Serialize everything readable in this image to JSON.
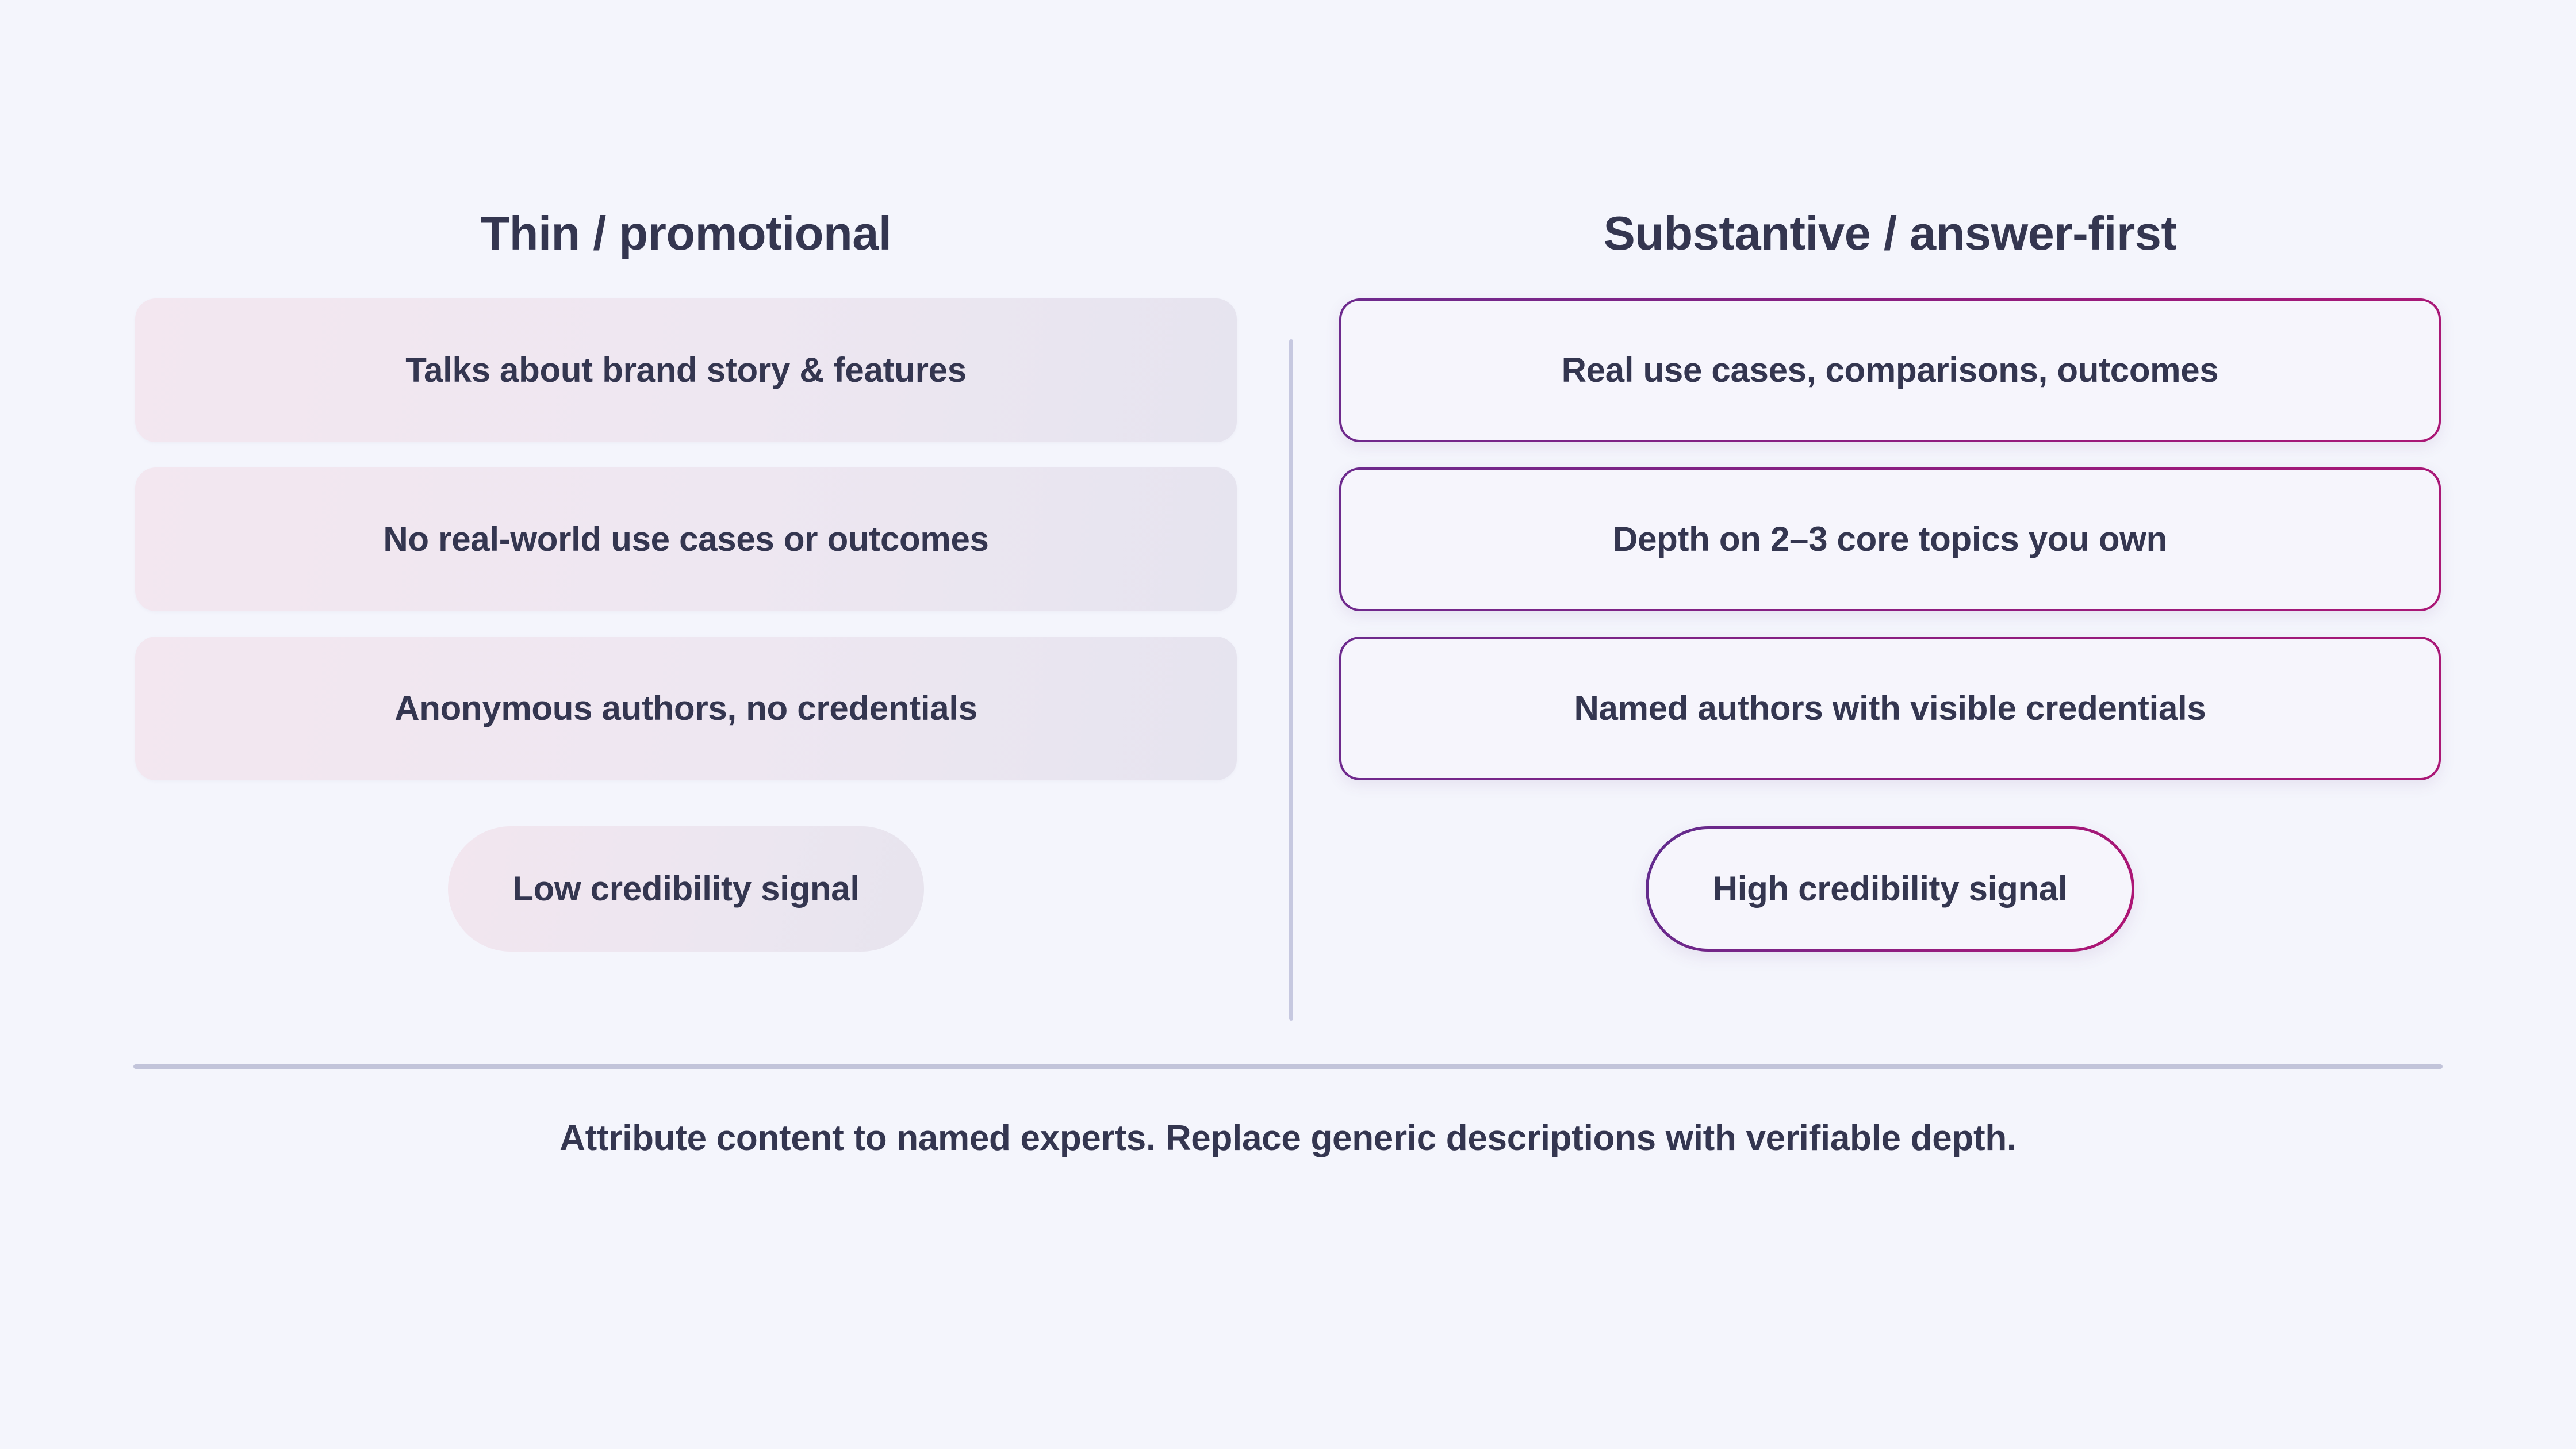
{
  "theme": {
    "background": "#f4f5fc",
    "text_color": "#343650",
    "accent_purple": "#6d2a8d",
    "accent_magenta": "#ab1776",
    "divider_color": "#c2c4da",
    "thin_card_fill_start": "#f3e7f0",
    "thin_card_fill_end": "#e6e4ef"
  },
  "comparison": {
    "left": {
      "title": "Thin / promotional",
      "items": [
        "Talks about brand story & features",
        "No real-world use cases or outcomes",
        "Anonymous authors, no credentials"
      ],
      "signal": "Low credibility signal"
    },
    "right": {
      "title": "Substantive / answer-first",
      "items": [
        "Real use cases, comparisons, outcomes",
        "Depth on 2–3 core topics you own",
        "Named authors with visible credentials"
      ],
      "signal": "High credibility signal"
    }
  },
  "footer": {
    "note": "Attribute content to named experts. Replace generic descriptions with verifiable depth."
  }
}
